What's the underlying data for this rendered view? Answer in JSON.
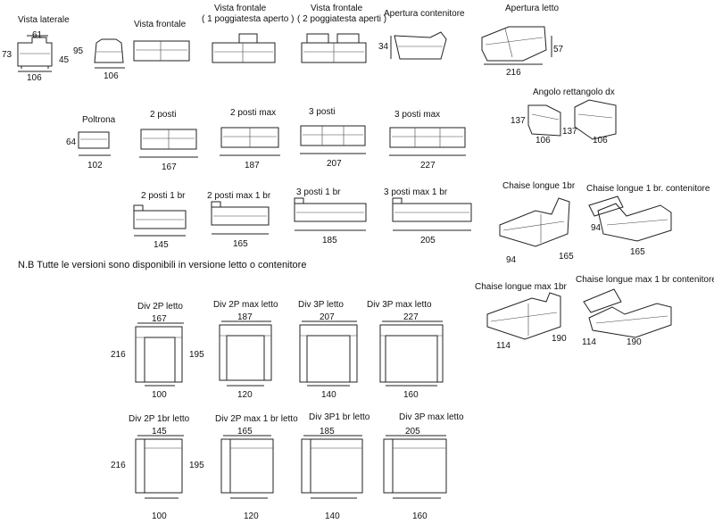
{
  "top_row": {
    "vista_laterale": "Vista laterale",
    "vista_frontale": "Vista frontale",
    "vf1_line1": "Vista frontale",
    "vf1_line2": "( 1 poggiatesta aperto )",
    "vf2_line1": "Vista frontale",
    "vf2_line2": "( 2 poggiatesta aperti )",
    "apertura_contenitore": "Apertura contenitore",
    "apertura_letto": "Apertura letto",
    "dims": {
      "d61": "61",
      "d73": "73",
      "d45": "45",
      "d106a": "106",
      "d95": "95",
      "d106b": "106",
      "d34": "34",
      "d57": "57",
      "d216": "216"
    }
  },
  "angolo": {
    "label": "Angolo rettangolo dx",
    "d137a": "137",
    "d106a": "106",
    "d137b": "137",
    "d106b": "106"
  },
  "sofa_row": [
    {
      "label": "Poltrona",
      "width": "102",
      "height": "64"
    },
    {
      "label": "2 posti",
      "width": "167"
    },
    {
      "label": "2 posti max",
      "width": "187"
    },
    {
      "label": "3 posti",
      "width": "207"
    },
    {
      "label": "3 posti max",
      "width": "227"
    }
  ],
  "chaise_sofa_row": [
    {
      "label": "2 posti 1 br",
      "width": "145"
    },
    {
      "label": "2 posti max 1 br",
      "width": "165"
    },
    {
      "label": "3 posti 1 br",
      "width": "185"
    },
    {
      "label": "3 posti max 1 br",
      "width": "205"
    }
  ],
  "chaise": [
    {
      "label": "Chaise longue 1br",
      "d1": "94",
      "d2": "165"
    },
    {
      "label": "Chaise longue 1 br. contenitore",
      "d1": "94",
      "d2": "165"
    },
    {
      "label": "Chaise longue max 1br",
      "d1": "114",
      "d2": "190"
    },
    {
      "label": "Chaise longue max 1 br contenitore",
      "d1": "114",
      "d2": "190"
    }
  ],
  "note": "N.B Tutte le versioni sono disponibili in versione letto o contenitore",
  "beds_row1": {
    "depth": "216",
    "mattress": "195",
    "items": [
      {
        "label": "Div 2P letto",
        "top": "167",
        "bottom": "100"
      },
      {
        "label": "Div 2P max letto",
        "top": "187",
        "bottom": "120"
      },
      {
        "label": "Div 3P  letto",
        "top": "207",
        "bottom": "140"
      },
      {
        "label": "Div 3P max letto",
        "top": "227",
        "bottom": "160"
      }
    ]
  },
  "beds_row2": {
    "depth": "216",
    "mattress": "195",
    "items": [
      {
        "label": "Div 2P 1br letto",
        "top": "145",
        "bottom": "100"
      },
      {
        "label": "Div 2P max 1 br letto",
        "top": "165",
        "bottom": "120"
      },
      {
        "label": "Div 3P1 br letto",
        "top": "185",
        "bottom": "140"
      },
      {
        "label": "Div 3P max letto",
        "top": "205",
        "bottom": "160"
      }
    ]
  }
}
